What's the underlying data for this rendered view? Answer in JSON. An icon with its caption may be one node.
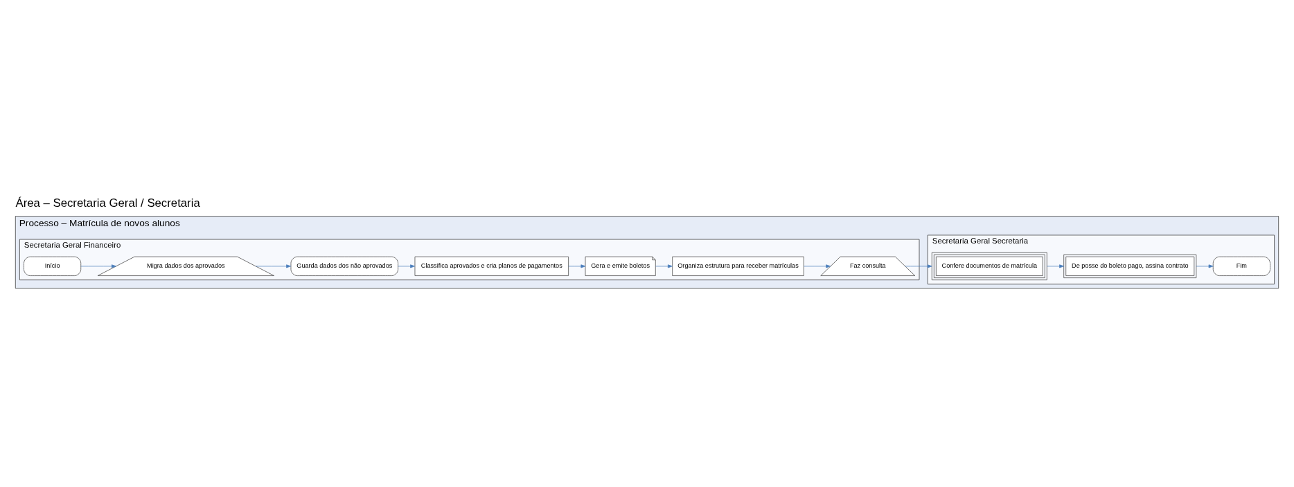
{
  "diagram": {
    "title": "Área – Secretaria Geral / Secretaria",
    "nodes": [
      {
        "text": [
          "Processo – Matrícula de novos alunos"
        ]
      },
      {
        "text": [
          "Secretaria Geral Financeiro"
        ],
        "in": 0
      },
      {
        "text": [
          "Início"
        ],
        "in": 1
      },
      {
        "text": [
          "Migra dados dos aprovados"
        ],
        "in": 1
      },
      {
        "text": [
          "Guarda dados dos não aprovados"
        ],
        "in": 1
      },
      {
        "text": [
          "Classifica aprovados e cria planos de pagamentos"
        ],
        "in": 1
      },
      {
        "text": [
          "Gera e emite boletos"
        ],
        "in": 1
      },
      {
        "text": [
          "Organiza estrutura para receber matrículas"
        ],
        "in": 1
      },
      {
        "text": [
          "Faz consulta"
        ],
        "in": 1
      },
      {
        "text": [
          "Secretaria Geral Secretaria"
        ],
        "in": 0
      },
      {
        "text": [
          "Confere documentos de matrícula"
        ],
        "in": 9
      },
      {
        "text": [
          "De posse do boleto pago, assina contrato"
        ],
        "in": 9
      },
      {
        "text": [
          "Fim"
        ],
        "in": 9
      }
    ],
    "edges": [
      {
        "from": 2,
        "to": 3,
        "arrow": "to"
      },
      {
        "from": 3,
        "to": 4,
        "arrow": "to"
      },
      {
        "from": 4,
        "to": 5,
        "arrow": "to"
      },
      {
        "from": 5,
        "to": 6,
        "arrow": "to"
      },
      {
        "from": 6,
        "to": 7,
        "arrow": "to"
      },
      {
        "from": 7,
        "to": 8,
        "arrow": "to"
      },
      {
        "from": 8,
        "to": 10,
        "arrow": "to"
      },
      {
        "from": 10,
        "to": 11,
        "arrow": "to"
      },
      {
        "from": 11,
        "to": 12,
        "arrow": "to"
      }
    ]
  }
}
